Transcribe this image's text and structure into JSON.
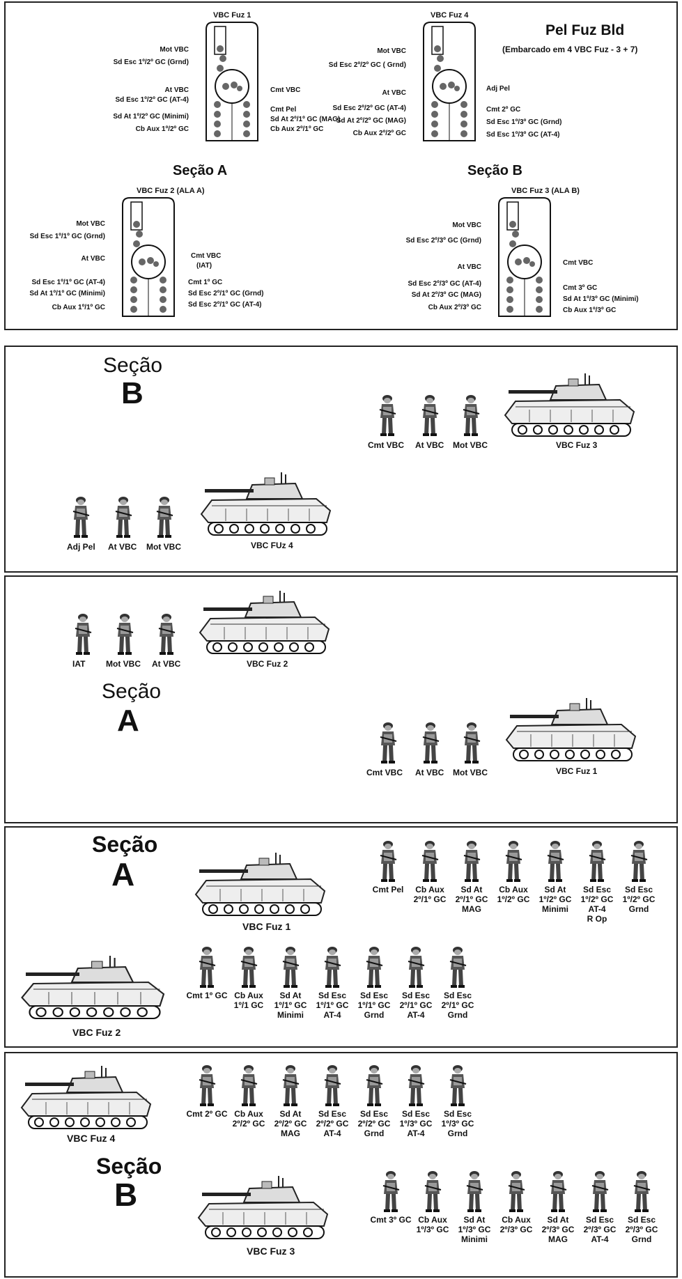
{
  "top": {
    "title": "Pel Fuz Bld",
    "subtitle": "(Embarcado em 4 VBC Fuz - 3 + 7)",
    "section_a": "Seção A",
    "section_b": "Seção B",
    "v1": {
      "title": "VBC Fuz 1",
      "left": [
        "Mot VBC",
        "Sd Esc 1º/2º GC (Grnd)",
        "At VBC",
        "Sd Esc 1º/2º GC (AT-4)",
        "Sd At 1º/2º GC (Minimi)",
        "Cb Aux 1º/2º GC"
      ],
      "right": [
        "Cmt VBC",
        "Cmt Pel",
        "Sd At 2º/1º GC (MAG)",
        "Cb Aux 2º/1º GC"
      ]
    },
    "v4": {
      "title": "VBC Fuz 4",
      "left": [
        "Mot VBC",
        "Sd Esc 2º/2º GC ( Grnd)",
        "At VBC",
        "Sd Esc 2º/2º GC (AT-4)",
        "Sd At 2º/2º GC (MAG)",
        "Cb Aux 2º/2º GC"
      ],
      "right": [
        "Adj Pel",
        "Cmt 2º GC",
        "Sd Esc 1º/3º GC (Grnd)",
        "Sd Esc 1º/3º GC (AT-4)"
      ]
    },
    "v2": {
      "title": "VBC Fuz 2  (ALA A)",
      "left": [
        "Mot VBC",
        "Sd Esc 1º/1º GC (Grnd)",
        "At VBC",
        "Sd Esc 1º/1º GC (AT-4)",
        "Sd At 1º/1º GC (Minimi)",
        "Cb Aux 1º/1º GC"
      ],
      "right": [
        "Cmt VBC",
        "(IAT)",
        "Cmt 1º GC",
        "Sd Esc 2º/1º GC (Grnd)",
        "Sd Esc 2º/1º GC (AT-4)"
      ]
    },
    "v3": {
      "title": "VBC Fuz 3  (ALA B)",
      "left": [
        "Mot VBC",
        "Sd Esc 2º/3º GC (Grnd)",
        "At VBC",
        "Sd Esc 2º/3º GC (AT-4)",
        "Sd At 2º/3º GC (MAG)",
        "Cb Aux 2º/3º GC"
      ],
      "right": [
        "Cmt VBC",
        "Cmt 3º GC",
        "Sd At 1º/3º GC (Minimi)",
        "Cb Aux 1º/3º GC"
      ]
    }
  },
  "p2": {
    "sec_word": "Seção",
    "sec_letter": "B",
    "grp1": {
      "labels": [
        "Cmt VBC",
        "At VBC",
        "Mot VBC"
      ],
      "vehicle": "VBC Fuz 3"
    },
    "grp2": {
      "labels": [
        "Adj Pel",
        "At VBC",
        "Mot VBC"
      ],
      "vehicle": "VBC FUz 4"
    }
  },
  "p3": {
    "sec_word": "Seção",
    "sec_letter": "A",
    "grp1": {
      "labels": [
        "IAT",
        "Mot VBC",
        "At VBC"
      ],
      "vehicle": "VBC Fuz 2"
    },
    "grp2": {
      "labels": [
        "Cmt VBC",
        "At VBC",
        "Mot VBC"
      ],
      "vehicle": "VBC Fuz 1"
    }
  },
  "p4": {
    "sec_word": "Seção",
    "sec_letter": "A",
    "row1": {
      "vehicle": "VBC Fuz 1",
      "labels": [
        "Cmt Pel",
        "Cb Aux\n2º/1º GC",
        "Sd At\n2º/1º GC\nMAG",
        "Cb Aux\n1º/2º GC",
        "Sd At\n1º/2º GC\nMinimi",
        "Sd Esc\n1º/2º GC\nAT-4\nR Op",
        "Sd Esc\n1º/2º GC\nGrnd"
      ]
    },
    "row2": {
      "vehicle": "VBC Fuz 2",
      "labels": [
        "Cmt 1º GC",
        "Cb Aux\n1º/1 GC",
        "Sd At\n1º/1º GC\nMinimi",
        "Sd Esc\n1º/1º GC\nAT-4",
        "Sd Esc\n1º/1º GC\nGrnd",
        "Sd Esc\n2º/1º GC\nAT-4",
        "Sd Esc\n2º/1º GC\nGrnd"
      ]
    }
  },
  "p5": {
    "sec_word": "Seção",
    "sec_letter": "B",
    "row1": {
      "vehicle": "VBC Fuz 4",
      "labels": [
        "Cmt 2º GC",
        "Cb Aux\n2º/2º GC",
        "Sd At\n2º/2º GC\nMAG",
        "Sd Esc\n2º/2º GC\nAT-4",
        "Sd Esc\n2º/2º GC\nGrnd",
        "Sd Esc\n1º/3º GC\nAT-4",
        "Sd Esc\n1º/3º GC\nGrnd"
      ]
    },
    "row2": {
      "vehicle": "VBC Fuz 3",
      "labels": [
        "Cmt 3º GC",
        "Cb Aux\n1º/3º GC",
        "Sd At\n1º/3º GC\nMinimi",
        "Cb Aux\n2º/3º GC",
        "Sd At\n2º/3º GC\nMAG",
        "Sd Esc\n2º/3º GC\nAT-4",
        "Sd Esc\n2º/3º GC\nGrnd"
      ]
    }
  }
}
